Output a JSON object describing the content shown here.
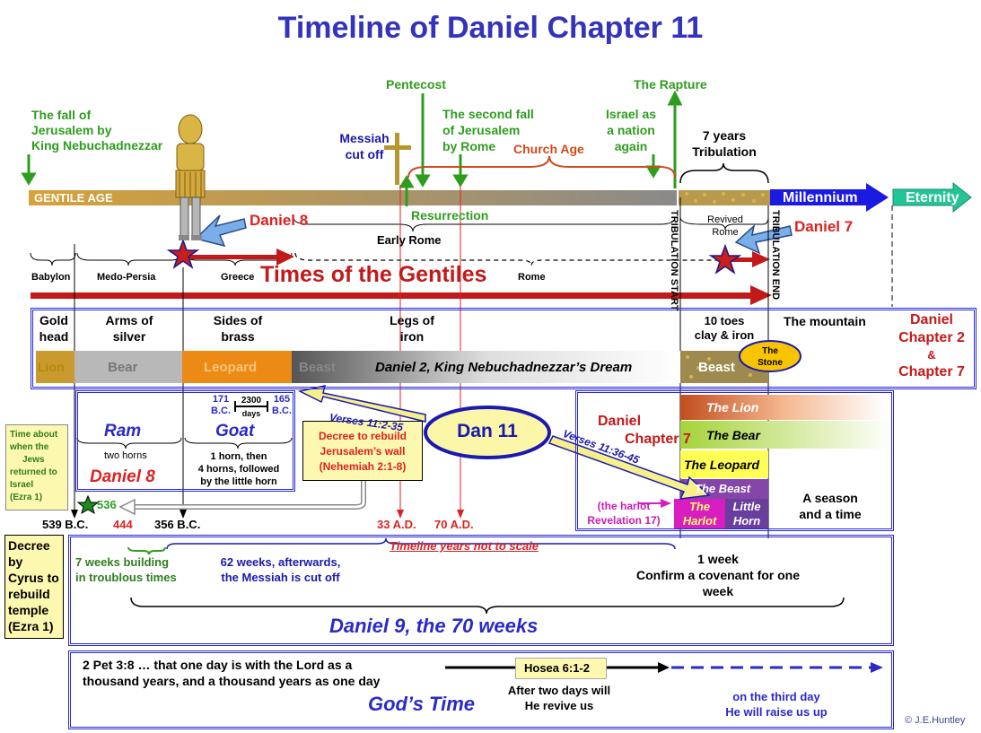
{
  "title": "Timeline of Daniel Chapter 11",
  "copyright": "© J.E.Huntley",
  "top": {
    "fall_jerusalem": [
      "The fall of",
      "Jerusalem by",
      "King Nebuchadnezzar"
    ],
    "gentile_age": "GENTILE AGE",
    "messiah": [
      "Messiah",
      "cut off"
    ],
    "pentecost": "Pentecost",
    "second_fall": [
      "The second fall",
      "of Jerusalem",
      "by Rome"
    ],
    "church_age": "Church Age",
    "israel_nation": [
      "Israel as",
      "a nation",
      "again"
    ],
    "rapture": "The Rapture",
    "tribulation": [
      "7 years",
      "Tribulation"
    ],
    "millennium": "Millennium",
    "eternity": "Eternity",
    "resurrection": "Resurrection",
    "early_rome": "Early Rome",
    "revived_rome": [
      "Revived",
      "Rome"
    ],
    "daniel8": "Daniel 8",
    "daniel7": "Daniel 7",
    "trib_start": "TRIBULATION START",
    "trib_end": "TRIBULATION END"
  },
  "empires": {
    "babylon": "Babylon",
    "medo_persia": "Medo-Persia",
    "greece": "Greece",
    "rome": "Rome",
    "times_gentiles": "Times of the Gentiles"
  },
  "statue": {
    "gold": [
      "Gold",
      "head"
    ],
    "silver": [
      "Arms of",
      "silver"
    ],
    "brass": [
      "Sides of",
      "brass"
    ],
    "iron": [
      "Legs of",
      "iron"
    ],
    "toes": [
      "10 toes",
      "clay & iron"
    ],
    "mountain": "The mountain",
    "chapter": [
      "Daniel",
      "Chapter 2",
      "&",
      "Chapter 7"
    ],
    "lion": "Lion",
    "bear": "Bear",
    "leopard": "Leopard",
    "beast": "Beast",
    "dream": "Daniel 2, King Nebuchadnezzar’s Dream",
    "beast2": "Beast",
    "stone": [
      "The",
      "Stone"
    ]
  },
  "dan8": {
    "ram": "Ram",
    "two_horns": "two horns",
    "goat": "Goat",
    "goat_desc": [
      "1 horn, then",
      "4 horns, followed",
      "by the little horn"
    ],
    "label": "Daniel 8",
    "d171": [
      "171",
      "B.C."
    ],
    "days": [
      "2300",
      "days"
    ],
    "d165": [
      "165",
      "B.C."
    ]
  },
  "dan11": {
    "label": "Dan 11",
    "verses_a": "Verses 11:2-35",
    "verses_b": "Verses 11:36-45",
    "decree": [
      "Decree to rebuild",
      "Jerusalem’s wall",
      "(Nehemiah 2:1-8)"
    ]
  },
  "dan7": {
    "label": [
      "Daniel",
      "Chapter 7"
    ],
    "lion": "The Lion",
    "bear": "The Bear",
    "leopard": "The Leopard",
    "beast": "The Beast",
    "harlot": [
      "The",
      "Harlot"
    ],
    "little_horn": [
      "Little",
      "Horn"
    ],
    "harlot_ref": [
      "(the harlot",
      "Revelation 17)"
    ],
    "season": [
      "A season",
      "and a time"
    ]
  },
  "dates": {
    "d536": "536",
    "d539": "539 B.C.",
    "d444": "444",
    "d356": "356 B.C.",
    "d33": "33 A.D.",
    "d70": "70 A.D."
  },
  "ezra_note": [
    "Time about",
    "when the",
    "Jews",
    "returned to",
    "Israel",
    "(Ezra 1)"
  ],
  "cyrus": [
    "Decree",
    "by",
    "Cyrus to",
    "rebuild",
    "temple",
    "(Ezra 1)"
  ],
  "dan9": {
    "seven_weeks": [
      "7 weeks building",
      "in troublous times"
    ],
    "sixtytwo": [
      "62 weeks, afterwards,",
      "the Messiah is cut off"
    ],
    "not_scale": "Timeline years not to scale",
    "one_week": [
      "1 week",
      "Confirm a covenant for one",
      "week"
    ],
    "label": "Daniel 9, the 70 weeks"
  },
  "gods_time": {
    "pet": [
      "2 Pet 3:8  … that one day is with the Lord as a",
      "thousand years, and a thousand years as one day"
    ],
    "hosea": "Hosea 6:1-2",
    "two_days": [
      "After two days will",
      "He revive us"
    ],
    "third_day": [
      "on the third day",
      "He will  raise us up"
    ],
    "label": "God’s Time"
  },
  "colors": {
    "title": "#3333bb",
    "green": "#2e9d1f",
    "red": "#d22222",
    "blue": "#2a2ac8",
    "gold_bar": "#d4a83c",
    "millennium": "#1a1ae0",
    "eternity": "#25c497"
  }
}
